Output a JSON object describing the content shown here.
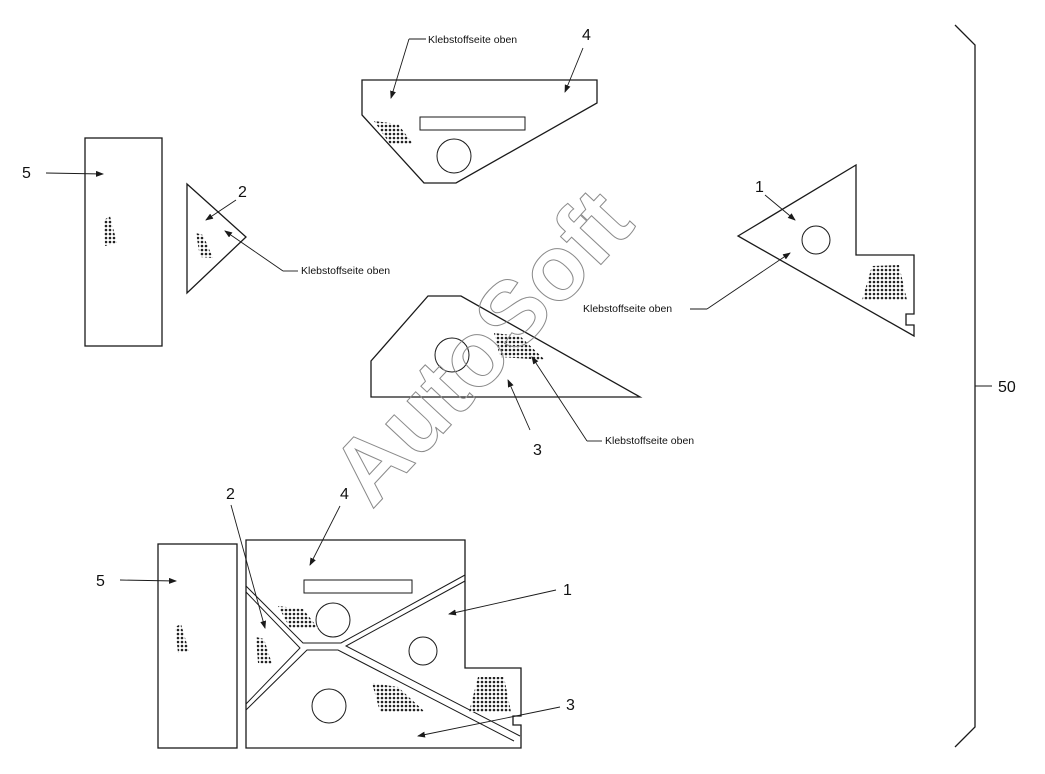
{
  "adhesive_note": "Klebstoffseite oben",
  "watermark": "AutoSoft",
  "part_labels": {
    "p1": "1",
    "p2": "2",
    "p3": "3",
    "p4": "4",
    "p5": "5"
  },
  "assembly_reference": "50"
}
